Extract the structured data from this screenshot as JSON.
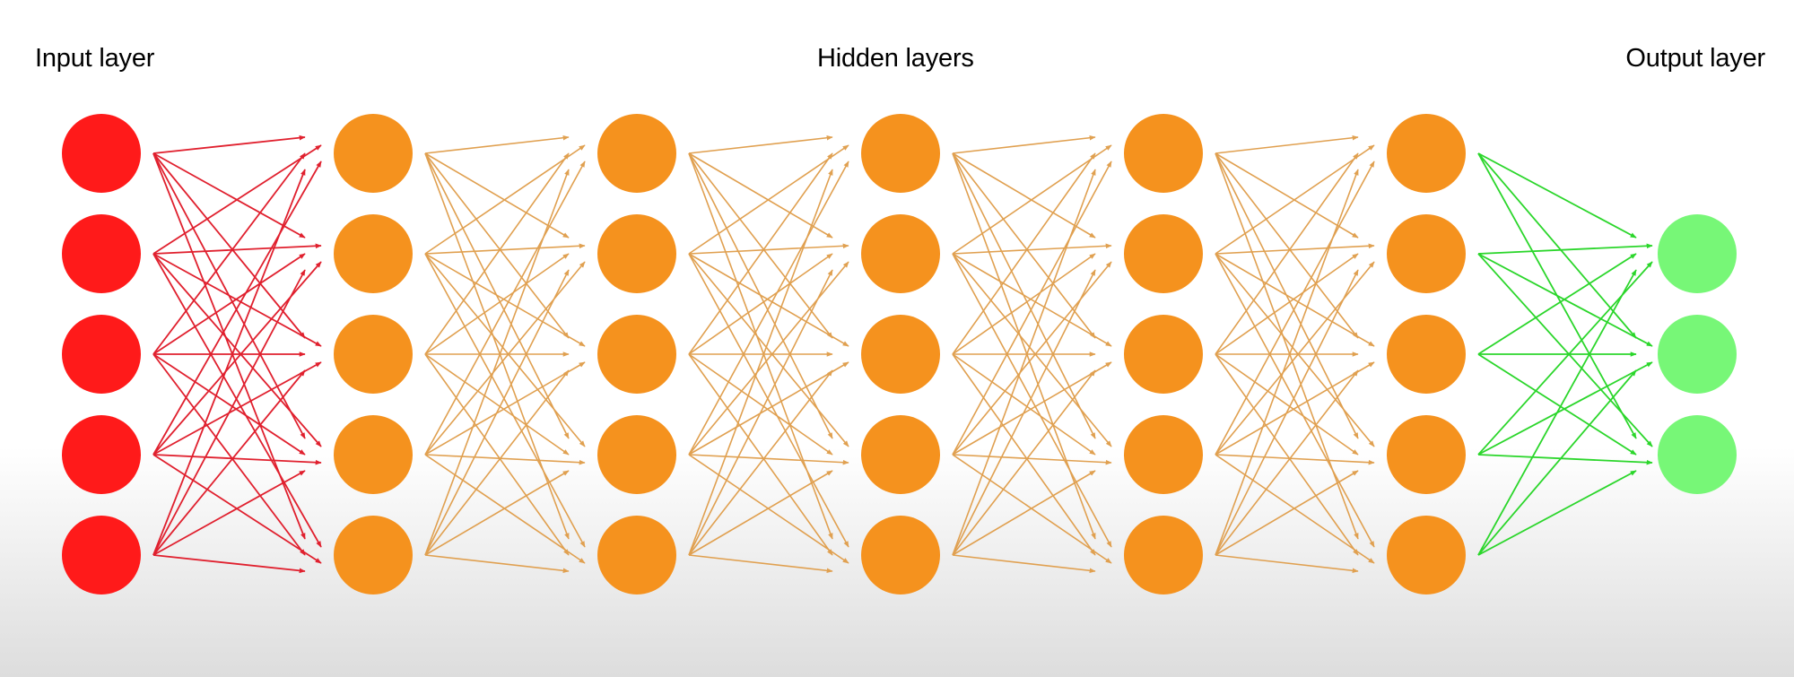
{
  "labels": {
    "input": "Input layer",
    "hidden": "Hidden layers",
    "output": "Output layer"
  },
  "network": {
    "layer_sizes": [
      5,
      5,
      5,
      5,
      5,
      5,
      3
    ],
    "layer_roles": [
      "input",
      "hidden",
      "hidden",
      "hidden",
      "hidden",
      "hidden",
      "output"
    ],
    "colors": {
      "input_node": "#ff1a1a",
      "hidden_node": "#f5921e",
      "output_node": "#77f777",
      "input_edge": "#e0202e",
      "hidden_edge": "#e0a050",
      "output_edge": "#2bd62b"
    }
  }
}
